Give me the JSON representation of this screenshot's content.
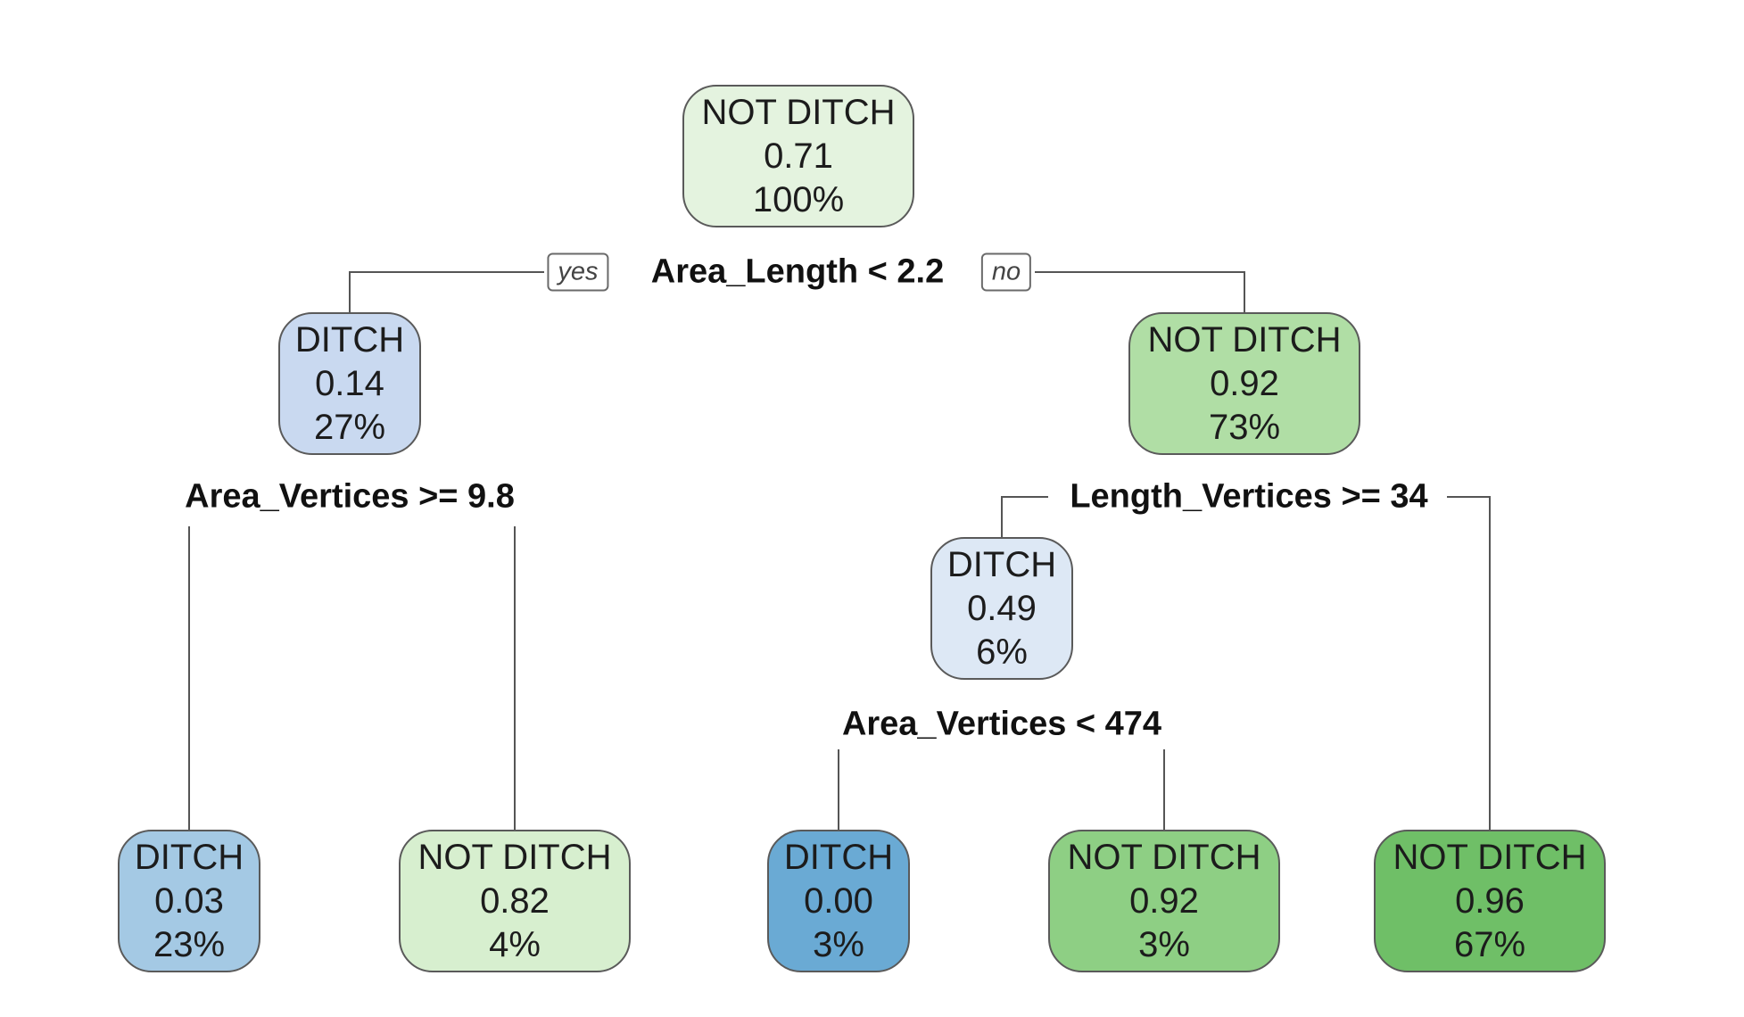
{
  "diagram": {
    "branch_labels": {
      "yes": "yes",
      "no": "no"
    },
    "splits": [
      {
        "id": "s_root",
        "text": "Area_Length < 2.2"
      },
      {
        "id": "s_left",
        "text": "Area_Vertices >= 9.8"
      },
      {
        "id": "s_right",
        "text": "Length_Vertices >= 34"
      },
      {
        "id": "s_mid",
        "text": "Area_Vertices < 474"
      }
    ],
    "nodes": [
      {
        "id": "root",
        "class": "NOT DITCH",
        "prob": "0.71",
        "pct": "100%",
        "color": "#e4f3df"
      },
      {
        "id": "n_left",
        "class": "DITCH",
        "prob": "0.14",
        "pct": "27%",
        "color": "#c9d9f0"
      },
      {
        "id": "n_right",
        "class": "NOT DITCH",
        "prob": "0.92",
        "pct": "73%",
        "color": "#b0dea5"
      },
      {
        "id": "n_mid",
        "class": "DITCH",
        "prob": "0.49",
        "pct": "6%",
        "color": "#dde8f5"
      },
      {
        "id": "leaf1",
        "class": "DITCH",
        "prob": "0.03",
        "pct": "23%",
        "color": "#a4c9e4"
      },
      {
        "id": "leaf2",
        "class": "NOT DITCH",
        "prob": "0.82",
        "pct": "4%",
        "color": "#d7efcf"
      },
      {
        "id": "leaf3",
        "class": "DITCH",
        "prob": "0.00",
        "pct": "3%",
        "color": "#6aaad4"
      },
      {
        "id": "leaf4",
        "class": "NOT DITCH",
        "prob": "0.92",
        "pct": "3%",
        "color": "#8ecf84"
      },
      {
        "id": "leaf5",
        "class": "NOT DITCH",
        "prob": "0.96",
        "pct": "67%",
        "color": "#6fbf67"
      }
    ]
  }
}
